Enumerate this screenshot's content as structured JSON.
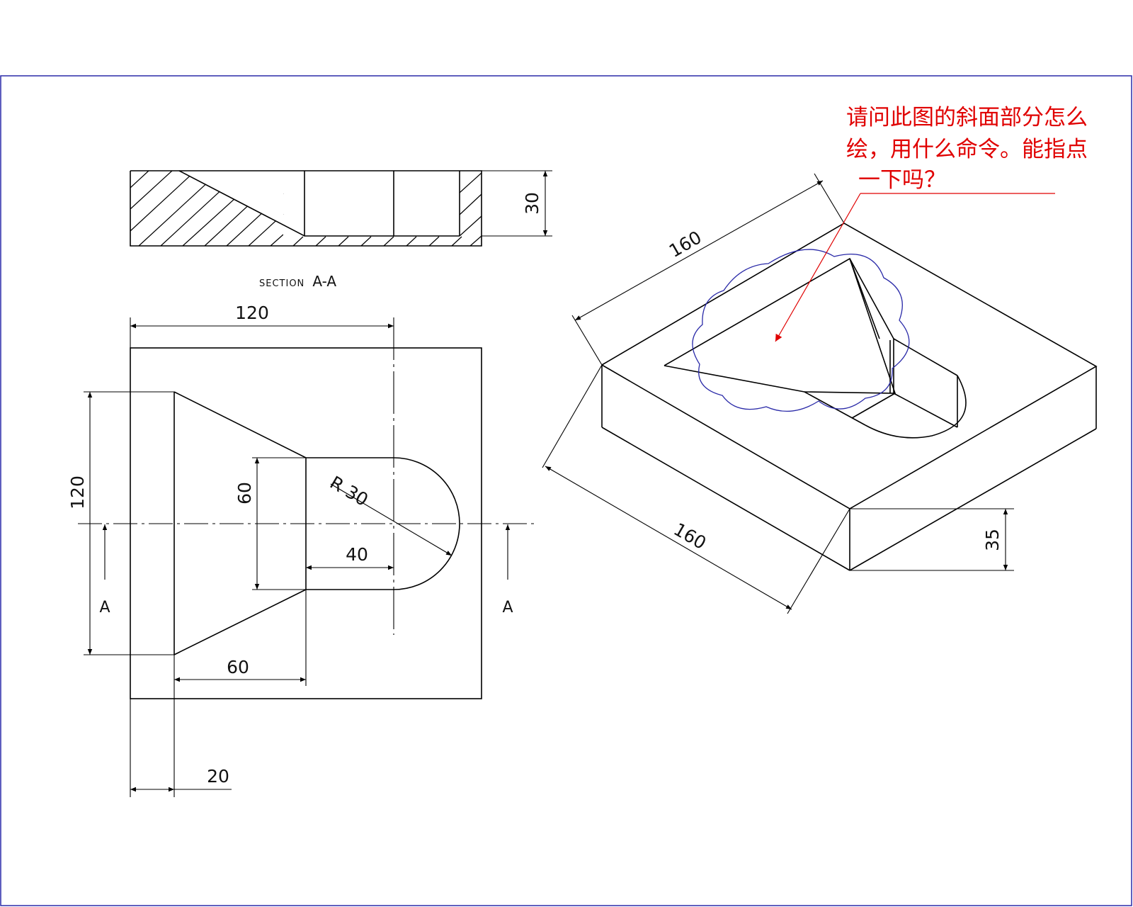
{
  "section_view": {
    "label_prefix": "SECTION",
    "label_suffix": "A-A",
    "height_dim": "30"
  },
  "plan_view": {
    "width_dim": "120",
    "height_dim": "120",
    "slot_height_dim": "60",
    "radius_dim": "R 30",
    "slot_length_dim": "40",
    "taper_length_dim": "60",
    "offset_dim": "20",
    "section_mark_left": "A",
    "section_mark_right": "A"
  },
  "iso_view": {
    "length_top_dim": "160",
    "length_bottom_dim": "160",
    "thickness_dim": "35"
  },
  "annotation": {
    "line1": "请问此图的斜面部分怎么",
    "line2": "绘，用什么命令。能指点",
    "line3": "一下吗？"
  },
  "colors": {
    "frame": "#2a2aa8",
    "note": "#e00000",
    "cloud": "#2a2aa8"
  }
}
